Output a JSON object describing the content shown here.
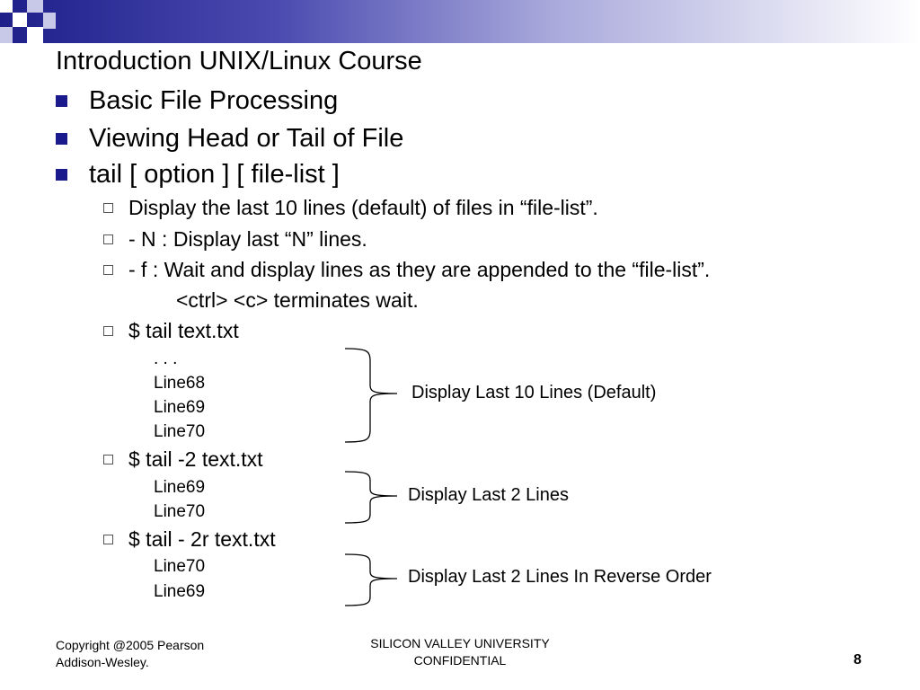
{
  "slide": {
    "title": "Introduction UNIX/Linux Course",
    "bullets": [
      "Basic File Processing",
      "Viewing Head or Tail of File",
      "tail [ option ]  [ file-list ]"
    ],
    "sub_items": [
      "Display the last 10 lines (default)  of files in “file-list”.",
      "- N : Display last “N” lines.",
      "- f : Wait and display lines as they are appended to the “file-list”.",
      "$ tail  text.txt",
      "$ tail  -2 text.txt",
      "$ tail  - 2r  text.txt"
    ],
    "continuation": "<ctrl> <c> terminates wait.",
    "example1_output": [
      ". . .",
      "Line68",
      "Line69",
      "Line70"
    ],
    "example2_output": [
      "Line69",
      "Line70"
    ],
    "example3_output": [
      "Line70",
      "Line69"
    ],
    "annotations": [
      "Display Last 10 Lines (Default)",
      "Display Last 2 Lines",
      "Display Last 2 Lines In Reverse Order"
    ]
  },
  "footer": {
    "copyright_line1": "Copyright @2005 Pearson",
    "copyright_line2": "Addison-Wesley.",
    "center_line1": "SILICON VALLEY UNIVERSITY",
    "center_line2": "CONFIDENTIAL",
    "page_number": "8"
  },
  "colors": {
    "bullet": "#1a1a8c",
    "header_dark": "#1f1f8a",
    "decor_square": "#c8c8e8"
  }
}
